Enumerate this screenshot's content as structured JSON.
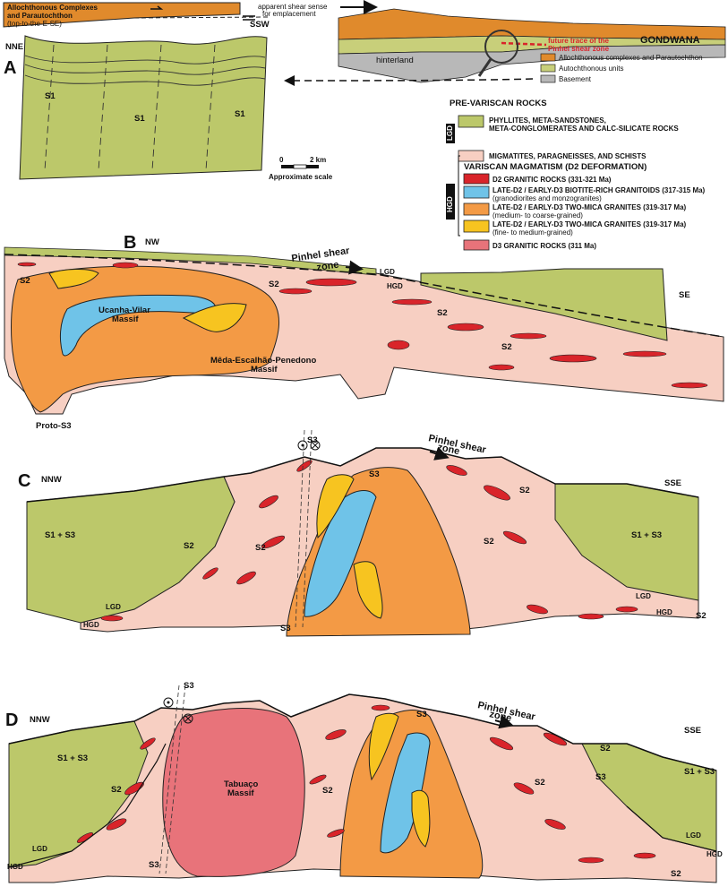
{
  "colors": {
    "phyllite": "#bcc86a",
    "migmatite": "#f7cfc2",
    "d2_granite": "#d9242a",
    "biotite_granitoid": "#6fc3e8",
    "two_mica_coarse": "#f39a45",
    "two_mica_fine": "#f7c420",
    "d3_granite": "#e8737a",
    "allochthonous": "#e08a2c",
    "autochthonous": "#c8cf7a",
    "basement": "#b8b8b8",
    "shear_trace": "#d9242a"
  },
  "top_left": {
    "alloch_label_1": "Allochthonous Complexes",
    "alloch_label_2": "and Parautochthon",
    "alloch_label_3": "(top-to-the-E-SE)",
    "shear_sense_1": "apparent shear sense",
    "shear_sense_2": "for emplacement",
    "nne": "NNE",
    "ssw": "SSW",
    "panel_a": "A",
    "s1": "S1"
  },
  "inset": {
    "gondwana": "GONDWANA",
    "hinterland": "hinterland",
    "future_trace_1": "future trace of the",
    "future_trace_2": "Pinhel shear zone",
    "legend": [
      {
        "label": "Allochthonous complexes and Parautochthon",
        "color_key": "allochthonous"
      },
      {
        "label": "Autochthonous units",
        "color_key": "autochthonous"
      },
      {
        "label": "Basement",
        "color_key": "basement"
      }
    ]
  },
  "scale": {
    "zero": "0",
    "two_km": "2 km",
    "caption": "Approximate scale"
  },
  "legend": {
    "pre_variscan_title": "PRE-VARISCAN ROCKS",
    "lgd": "LGD",
    "hgd": "HGD",
    "phyllite_1": "PHYLLITES, META-SANDSTONES,",
    "phyllite_2": "META-CONGLOMERATES AND CALC-SILICATE ROCKS",
    "migmatite": "MIGMATITES, PARAGNEISSES, AND SCHISTS",
    "magmatism_title": "VARISCAN MAGMATISM (D2 DEFORMATION)",
    "d2": "D2 GRANITIC ROCKS (331-321 Ma)",
    "biotite_1": "LATE-D2 / EARLY-D3 BIOTITE-RICH GRANITOIDS (317-315 Ma)",
    "biotite_2": "(granodiorites and monzogranites)",
    "coarse_1": "LATE-D2 / EARLY-D3 TWO-MICA GRANITES (319-317 Ma)",
    "coarse_2": "(medium- to coarse-grained)",
    "fine_1": "LATE-D2 / EARLY-D3 TWO-MICA GRANITES (319-317 Ma)",
    "fine_2": "(fine- to medium-grained)",
    "d3": "D3 GRANITIC ROCKS (311 Ma)"
  },
  "panel_b": {
    "letter": "B",
    "nw": "NW",
    "se": "SE",
    "pinhel_1": "Pinhel shear",
    "pinhel_2": "zone",
    "lgd": "LGD",
    "hgd": "HGD",
    "s2": "S2",
    "ucanha_1": "Ucanha-Vilar",
    "ucanha_2": "Massif",
    "meda_1": "Mêda-Escalhão-Penedono",
    "meda_2": "Massif",
    "proto": "Proto-S3"
  },
  "panel_c": {
    "letter": "C",
    "nnw": "NNW",
    "sse": "SSE",
    "pinhel_1": "Pinhel shear",
    "pinhel_2": "zone",
    "s1s3": "S1 + S3",
    "s2": "S2",
    "s3": "S3",
    "lgd": "LGD",
    "hgd": "HGD"
  },
  "panel_d": {
    "letter": "D",
    "nnw": "NNW",
    "sse": "SSE",
    "pinhel_1": "Pinhel shear",
    "pinhel_2": "zone",
    "s1s3": "S1 + S3",
    "s2": "S2",
    "s3": "S3",
    "lgd": "LGD",
    "hgd": "HGD",
    "tabuaco_1": "Tabuaço",
    "tabuaco_2": "Massif"
  }
}
